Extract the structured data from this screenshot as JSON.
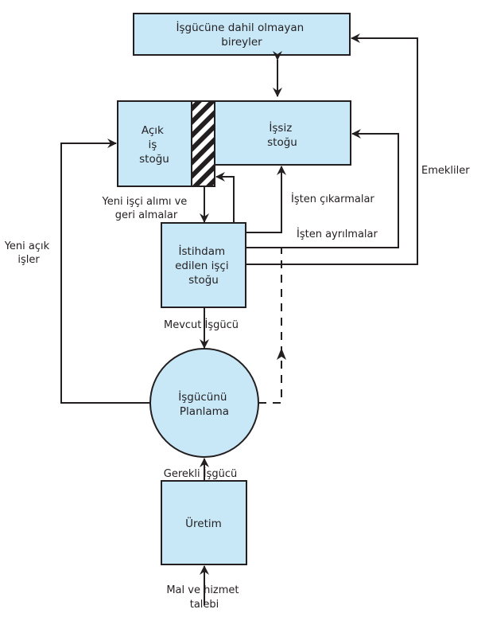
{
  "colors": {
    "box_fill": "#c8e8f8",
    "line": "#231f20",
    "background": "#ffffff"
  },
  "nodes": {
    "not_in_labor_force": {
      "lines": [
        "İşgücüne dahil olmayan",
        "bireyler"
      ]
    },
    "open_jobs": {
      "lines": [
        "Açık",
        "iş",
        "stoğu"
      ]
    },
    "unemployed": {
      "lines": [
        "İşsiz",
        "stoğu"
      ]
    },
    "employed": {
      "lines": [
        "İstihdam",
        "edilen işçi",
        "stoğu"
      ]
    },
    "planning": {
      "lines": [
        "İşgücünü",
        "Planlama"
      ]
    },
    "production": {
      "lines": [
        "Üretim"
      ]
    }
  },
  "edges": {
    "hires_recalls": {
      "lines": [
        "Yeni işçi alımı ve",
        "geri almalar"
      ]
    },
    "layoffs": {
      "lines": [
        "İşten çıkarmalar"
      ]
    },
    "quits": {
      "lines": [
        "İşten ayrılmalar"
      ]
    },
    "retirements": {
      "lines": [
        "Emekliler"
      ]
    },
    "new_openings": {
      "lines": [
        "Yeni açık",
        "işler"
      ]
    },
    "current_labor": {
      "lines": [
        "Mevcut İşgücü"
      ]
    },
    "required_labor": {
      "lines": [
        "Gerekli İşgücü"
      ]
    },
    "demand": {
      "lines": [
        "Mal ve hizmet",
        "talebi"
      ]
    }
  }
}
